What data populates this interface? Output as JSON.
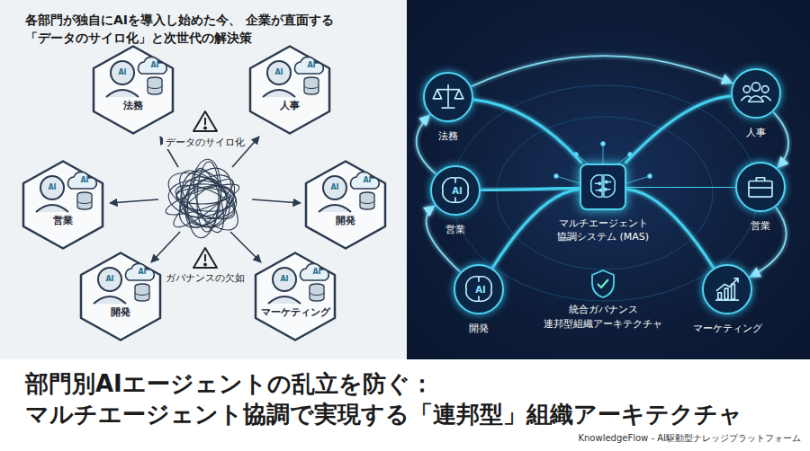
{
  "diagram": {
    "title": "部門別AIエージェントの乱立を防ぐ： マルチエージェント協調で実現する「連邦型」組織アーキテクチャ",
    "nodes": [
      {
        "text": [
          "法務"
        ]
      },
      {
        "text": [
          "人事"
        ]
      },
      {
        "text": [
          "営業"
        ]
      },
      {
        "text": [
          "開発"
        ]
      },
      {
        "text": [
          "開発"
        ]
      },
      {
        "text": [
          "マーケティング"
        ]
      },
      {
        "text": [
          "法務"
        ]
      },
      {
        "text": [
          "人事"
        ]
      },
      {
        "text": [
          "営業"
        ]
      },
      {
        "text": [
          "マルチエージェント 協調システム (MAS)"
        ]
      },
      {
        "text": [
          "営業"
        ]
      },
      {
        "text": [
          "統合ガバナンス",
          "連邦型組織アーキテクチャ"
        ]
      },
      {
        "text": [
          "開発"
        ]
      },
      {
        "text": [
          "マーケティング"
        ]
      }
    ],
    "edges": [
      {
        "from": 9,
        "to": 6,
        "arrow": "none"
      },
      {
        "from": 9,
        "to": 7,
        "arrow": "none"
      },
      {
        "from": 9,
        "to": 8,
        "arrow": "none"
      },
      {
        "from": 9,
        "to": 10,
        "arrow": "none"
      },
      {
        "from": 9,
        "to": 12,
        "arrow": "none"
      },
      {
        "from": 9,
        "to": 13,
        "arrow": "none"
      },
      {
        "from": 6,
        "to": 7,
        "arrow": "to"
      },
      {
        "from": 7,
        "to": 10,
        "arrow": "to"
      },
      {
        "from": 10,
        "to": 13,
        "arrow": "to"
      },
      {
        "from": 8,
        "to": 6,
        "arrow": "to"
      },
      {
        "from": 12,
        "to": 8,
        "arrow": "to"
      }
    ],
    "labels": [
      "各部門が独自にAIを導入し始めた今、 企業が直面する「データのサイロ化」と次世代の解決策",
      "データのサイロ化",
      "ガバナンスの欠如",
      "AI",
      "AI",
      "AI",
      "AI",
      "AI",
      "AI",
      "AI",
      "AI",
      "AI",
      "AI",
      "AI",
      "AI",
      "AI",
      "AI",
      "KnowledgeFlow - AI駆動型ナレッジプラットフォーム"
    ]
  }
}
